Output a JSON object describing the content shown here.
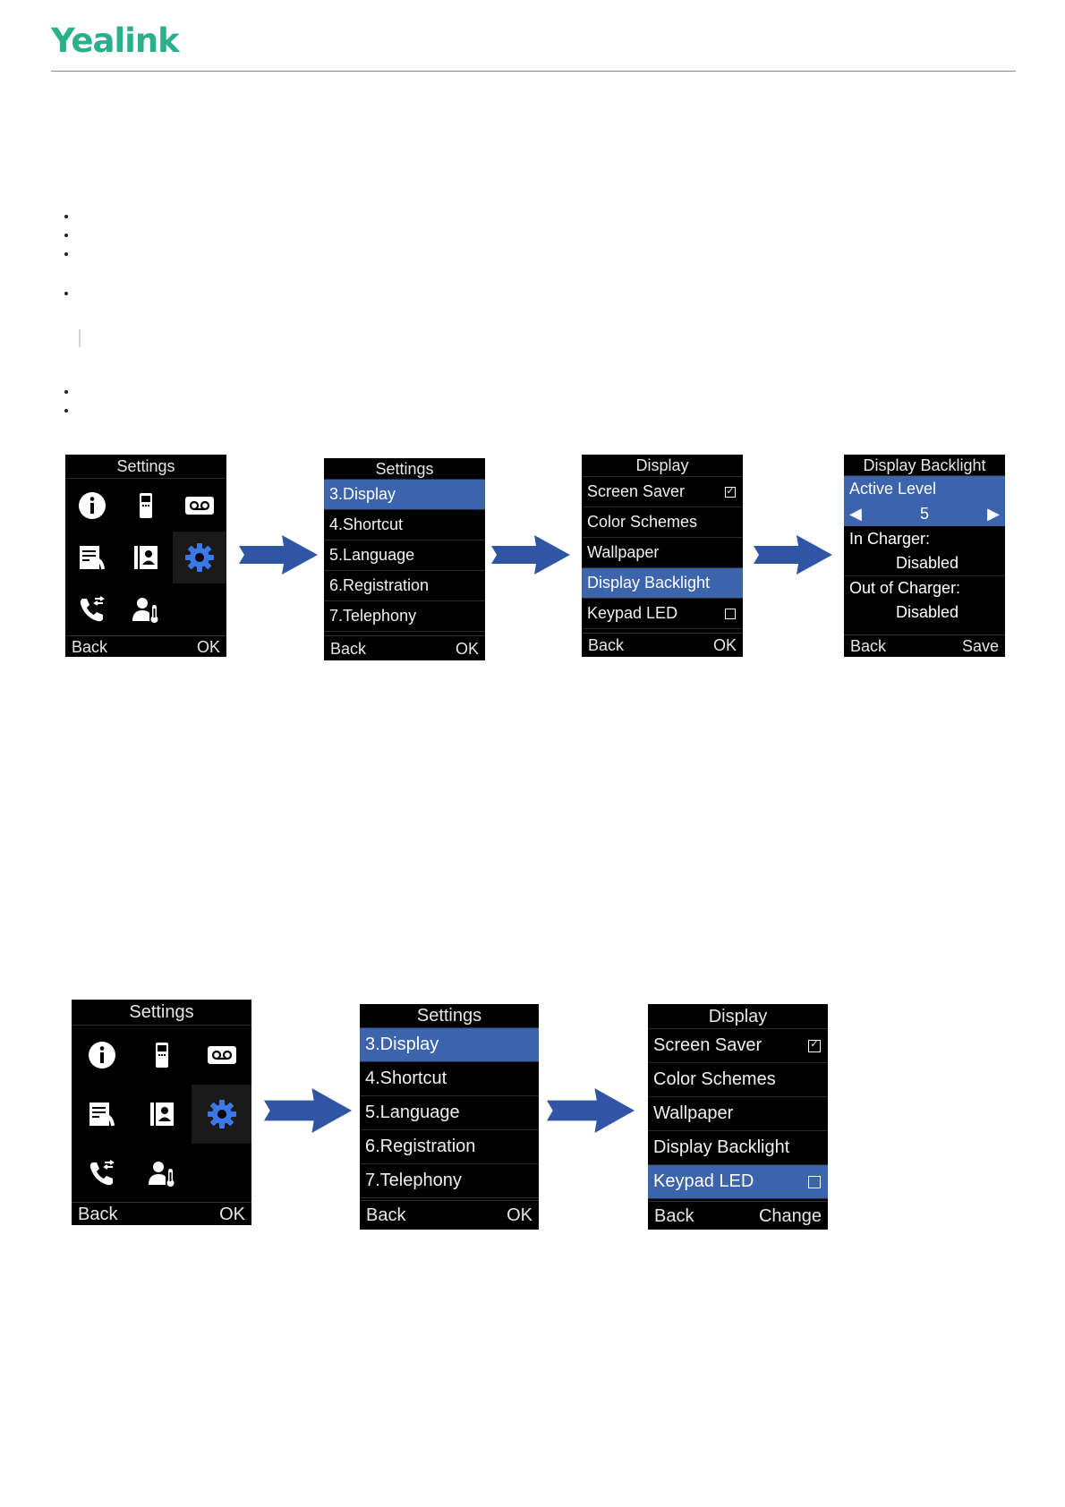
{
  "header": {
    "logo_text": "Yealink",
    "brand_color": "#2bb08c"
  },
  "colors": {
    "highlight": "#3b64ad",
    "arrow": "#2f55a4",
    "icon_selected": "#3b78e7"
  },
  "menu_icons": [
    "info-icon",
    "handset-icon",
    "voicemail-icon",
    "call-history-icon",
    "directory-icon",
    "settings-gear-icon",
    "intercom-icon",
    "status-icon"
  ],
  "fig1": {
    "s1": {
      "title": "Settings",
      "back": "Back",
      "ok": "OK"
    },
    "s2": {
      "title": "Settings",
      "items": [
        "3.Display",
        "4.Shortcut",
        "5.Language",
        "6.Registration",
        "7.Telephony"
      ],
      "back": "Back",
      "ok": "OK"
    },
    "s3": {
      "title": "Display",
      "items": [
        "Screen Saver",
        "Color Schemes",
        "Wallpaper",
        "Display Backlight",
        "Keypad LED"
      ],
      "back": "Back",
      "ok": "OK"
    },
    "s4": {
      "title": "Display Backlight",
      "active_level_label": "Active Level",
      "active_level_value": "5",
      "in_charger_label": "In Charger:",
      "in_charger_value": "Disabled",
      "out_charger_label": "Out of Charger:",
      "out_charger_value": "Disabled",
      "back": "Back",
      "save": "Save"
    }
  },
  "fig2": {
    "s1": {
      "title": "Settings",
      "back": "Back",
      "ok": "OK"
    },
    "s2": {
      "title": "Settings",
      "items": [
        "3.Display",
        "4.Shortcut",
        "5.Language",
        "6.Registration",
        "7.Telephony"
      ],
      "back": "Back",
      "ok": "OK"
    },
    "s3": {
      "title": "Display",
      "items": [
        "Screen Saver",
        "Color Schemes",
        "Wallpaper",
        "Display Backlight",
        "Keypad LED"
      ],
      "back": "Back",
      "change": "Change"
    }
  }
}
